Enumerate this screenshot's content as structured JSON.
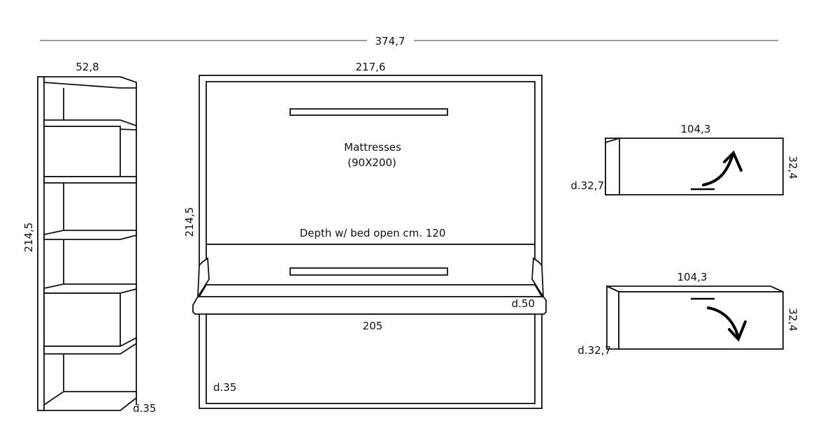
{
  "dimensions": {
    "total_width": "374,7",
    "bookcase_width": "52,8",
    "bookcase_height": "214,5",
    "bookcase_depth": "d.35",
    "bed_width": "217,6",
    "bed_height": "214,5",
    "bed_inner_width": "205",
    "desk_depth": "d.50",
    "bed_base_depth": "d.35",
    "wall_unit_top_width": "104,3",
    "wall_unit_top_height": "32,4",
    "wall_unit_top_depth": "d.32,7",
    "wall_unit_bottom_width": "104,3",
    "wall_unit_bottom_height": "32,4",
    "wall_unit_bottom_depth": "d.32,7"
  },
  "labels": {
    "mattresses": "Mattresses",
    "mattress_size": "(90X200)",
    "depth_note": "Depth w/ bed open cm. 120"
  }
}
